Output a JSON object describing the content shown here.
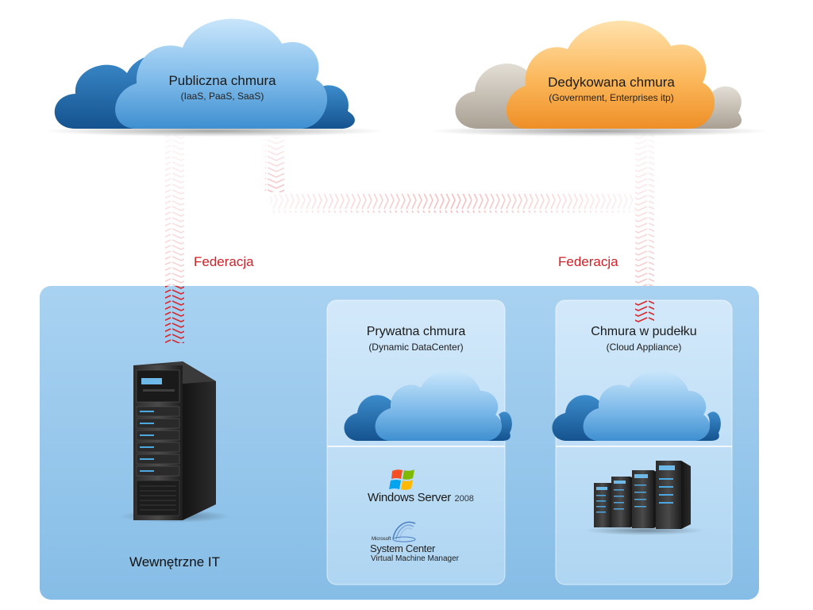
{
  "public_cloud": {
    "title": "Publiczna chmura",
    "subtitle": "(IaaS, PaaS, SaaS)"
  },
  "dedicated_cloud": {
    "title": "Dedykowana chmura",
    "subtitle": "(Government, Enterprises itp)"
  },
  "federation": {
    "left": "Federacja",
    "right": "Federacja"
  },
  "private_cloud": {
    "title": "Prywatna chmura",
    "subtitle": "(Dynamic DataCenter)"
  },
  "cloud_appliance": {
    "title": "Chmura w pudełku",
    "subtitle": "(Cloud Appliance)"
  },
  "internal_it": {
    "label": "Wewnętrzne IT"
  },
  "windows_server": {
    "name": "Windows Server",
    "version": "2008"
  },
  "system_center": {
    "vendor": "Microsoft",
    "name": "System Center",
    "product": "Virtual Machine Manager"
  },
  "colors": {
    "public_cloud": "#6fb3e3",
    "dedicated_cloud": "#f5a94a",
    "panel_bg": "#8fc1e8",
    "arrow": "#d7282f",
    "federation_text": "#d0222a"
  }
}
